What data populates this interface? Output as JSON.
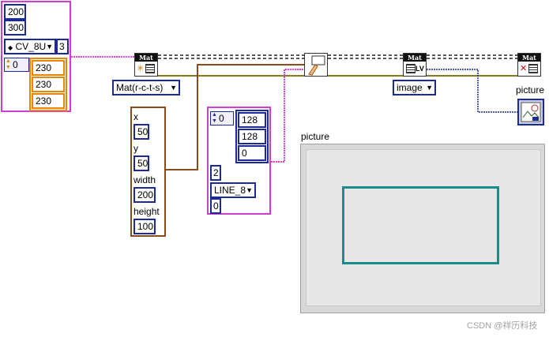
{
  "top_left_cluster": {
    "values": [
      "200",
      "300"
    ],
    "type_ring": "CV_8U",
    "channels": "3",
    "array_index": "0",
    "array_values": [
      "230",
      "230",
      "230"
    ]
  },
  "mat_create_vi": {
    "header": "Mat",
    "ring_label": "Mat(r-c-t-s)"
  },
  "rect_cluster": {
    "x_label": "x",
    "x_value": "50",
    "y_label": "y",
    "y_value": "50",
    "width_label": "width",
    "width_value": "200",
    "height_label": "height",
    "height_value": "100"
  },
  "color_cluster": {
    "array_index": "0",
    "array_values": [
      "128",
      "128",
      "0"
    ],
    "thickness": "2",
    "line_type": "LINE_8",
    "shift": "0"
  },
  "mat_to_lv_vi": {
    "header": "Mat",
    "glyph_text": "LV",
    "ring_label": "image"
  },
  "mat_delete_vi": {
    "header": "Mat"
  },
  "picture_terminal": {
    "label": "picture"
  },
  "picture_indicator": {
    "label": "picture"
  },
  "watermark": "CSDN @祥历科技",
  "colors": {
    "rect_stroke": "#1a8a8a",
    "picture_bg": "#e6e6e6",
    "pink_wire": "#e040e0",
    "brown_wire": "#8a4a1a"
  }
}
